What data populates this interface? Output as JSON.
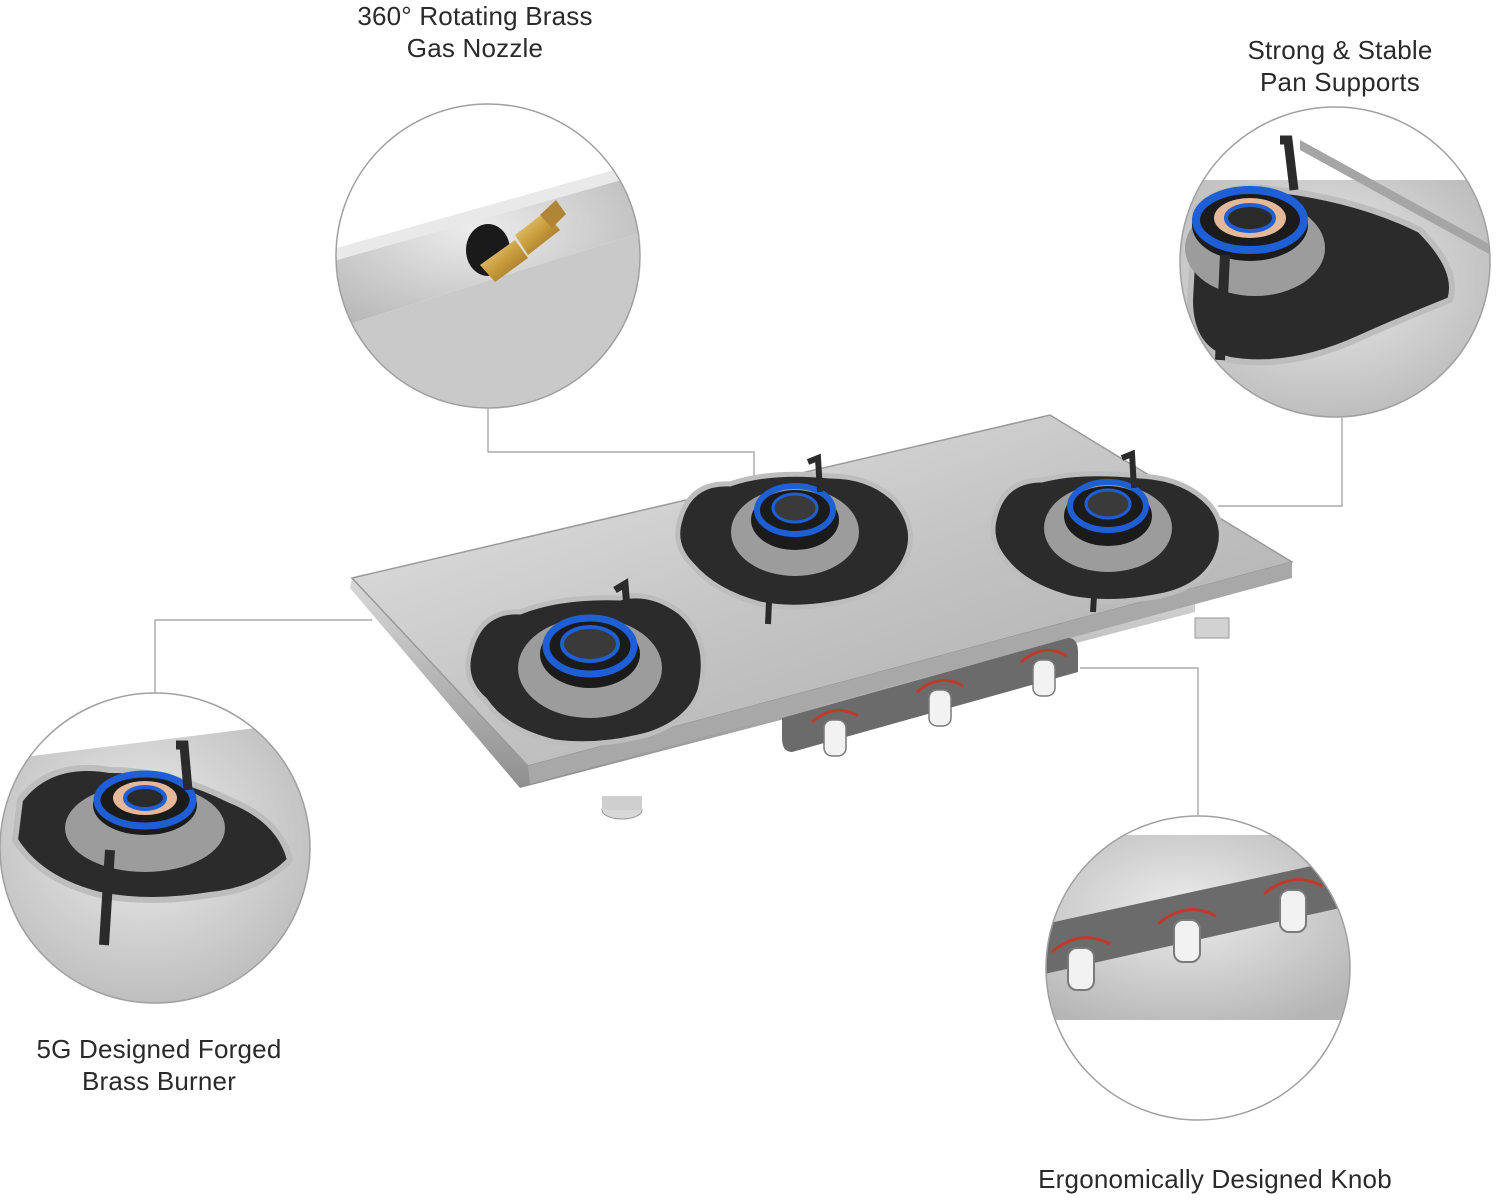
{
  "features": {
    "nozzle": {
      "line1": "360° Rotating Brass",
      "line2": "Gas Nozzle"
    },
    "supports": {
      "line1": "Strong & Stable",
      "line2": "Pan Supports"
    },
    "burner": {
      "line1": "5G Designed Forged",
      "line2": "Brass Burner"
    },
    "knob": {
      "line1": "Ergonomically Designed Knob"
    }
  },
  "colors": {
    "steel": "#c9c9c9",
    "flame": "#1e5fd6",
    "brass": "#d8b25a",
    "support": "#2b2b2b",
    "panel": "#6b6b6b"
  }
}
